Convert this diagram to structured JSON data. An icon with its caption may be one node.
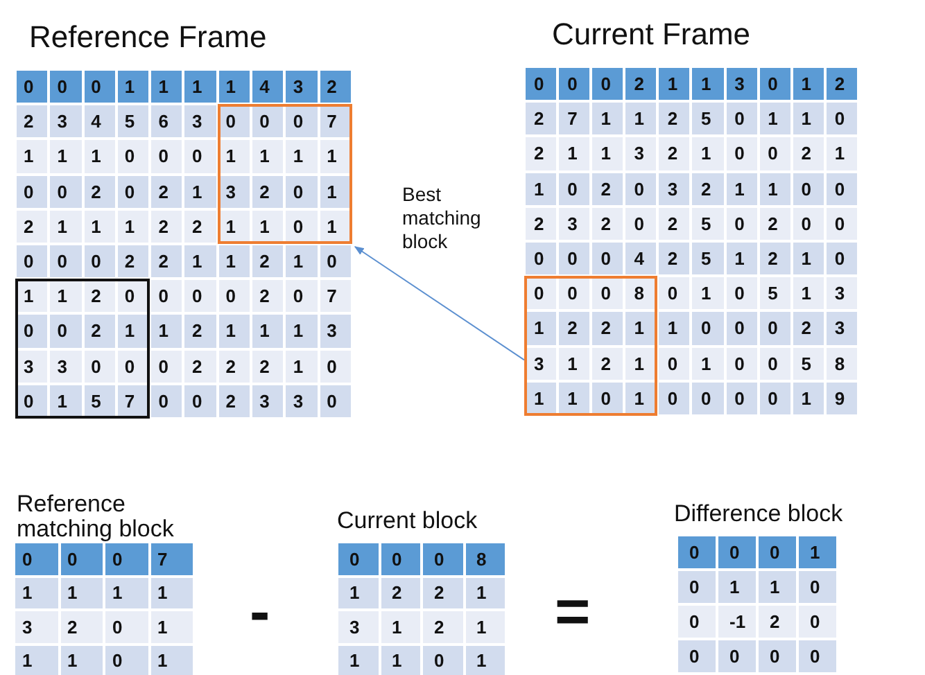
{
  "diagram": {
    "nodes": [
      {
        "text": [
          "Reference Frame"
        ]
      },
      {
        "text": [],
        "shape": "box",
        "in": 0
      },
      {
        "text": [],
        "shape": "box",
        "in": 0
      },
      {
        "text": [
          "Current Frame"
        ]
      },
      {
        "text": [],
        "shape": "box",
        "in": 3
      },
      {
        "text": [
          "Reference matching block"
        ]
      },
      {
        "text": [
          "Current block"
        ]
      },
      {
        "text": [
          "Difference block"
        ]
      }
    ],
    "edges": [
      {
        "from": 4,
        "to": 1,
        "arrow": "to",
        "label": "Best matching block"
      }
    ],
    "labels": [
      "0",
      "0",
      "0",
      "1",
      "1",
      "1",
      "1",
      "4",
      "3",
      "2",
      "2",
      "3",
      "4",
      "5",
      "6",
      "3",
      "0",
      "0",
      "0",
      "7",
      "1",
      "1",
      "1",
      "0",
      "0",
      "0",
      "1",
      "1",
      "1",
      "1",
      "0",
      "0",
      "2",
      "0",
      "2",
      "1",
      "3",
      "2",
      "0",
      "1",
      "2",
      "1",
      "1",
      "1",
      "2",
      "2",
      "1",
      "1",
      "0",
      "1",
      "0",
      "0",
      "0",
      "2",
      "2",
      "1",
      "1",
      "2",
      "1",
      "0",
      "1",
      "1",
      "2",
      "0",
      "0",
      "0",
      "0",
      "2",
      "0",
      "7",
      "0",
      "0",
      "2",
      "1",
      "1",
      "2",
      "1",
      "1",
      "1",
      "3",
      "3",
      "3",
      "0",
      "0",
      "0",
      "2",
      "2",
      "2",
      "1",
      "0",
      "0",
      "1",
      "5",
      "7",
      "0",
      "0",
      "2",
      "3",
      "3",
      "0",
      "0",
      "0",
      "0",
      "2",
      "1",
      "1",
      "3",
      "0",
      "1",
      "2",
      "2",
      "7",
      "1",
      "1",
      "2",
      "5",
      "0",
      "1",
      "1",
      "0",
      "2",
      "1",
      "1",
      "3",
      "2",
      "1",
      "0",
      "0",
      "2",
      "1",
      "1",
      "0",
      "2",
      "0",
      "3",
      "2",
      "1",
      "1",
      "0",
      "0",
      "2",
      "3",
      "2",
      "0",
      "2",
      "5",
      "0",
      "2",
      "0",
      "0",
      "0",
      "0",
      "0",
      "4",
      "2",
      "5",
      "1",
      "2",
      "1",
      "0",
      "0",
      "0",
      "0",
      "8",
      "0",
      "1",
      "0",
      "5",
      "1",
      "3",
      "1",
      "2",
      "2",
      "1",
      "1",
      "0",
      "0",
      "0",
      "2",
      "3",
      "3",
      "1",
      "2",
      "1",
      "0",
      "1",
      "0",
      "0",
      "5",
      "8",
      "1",
      "1",
      "0",
      "1",
      "0",
      "0",
      "0",
      "0",
      "1",
      "9",
      "0",
      "0",
      "0",
      "7",
      "1",
      "1",
      "1",
      "1",
      "3",
      "2",
      "0",
      "1",
      "1",
      "1",
      "0",
      "1",
      "-",
      "0",
      "0",
      "0",
      "8",
      "1",
      "2",
      "2",
      "1",
      "3",
      "1",
      "2",
      "1",
      "1",
      "1",
      "0",
      "1",
      "=",
      "0",
      "0",
      "0",
      "1",
      "0",
      "1",
      "1",
      "0",
      "0",
      "-1",
      "2",
      "0",
      "0",
      "0",
      "0",
      "0"
    ]
  }
}
